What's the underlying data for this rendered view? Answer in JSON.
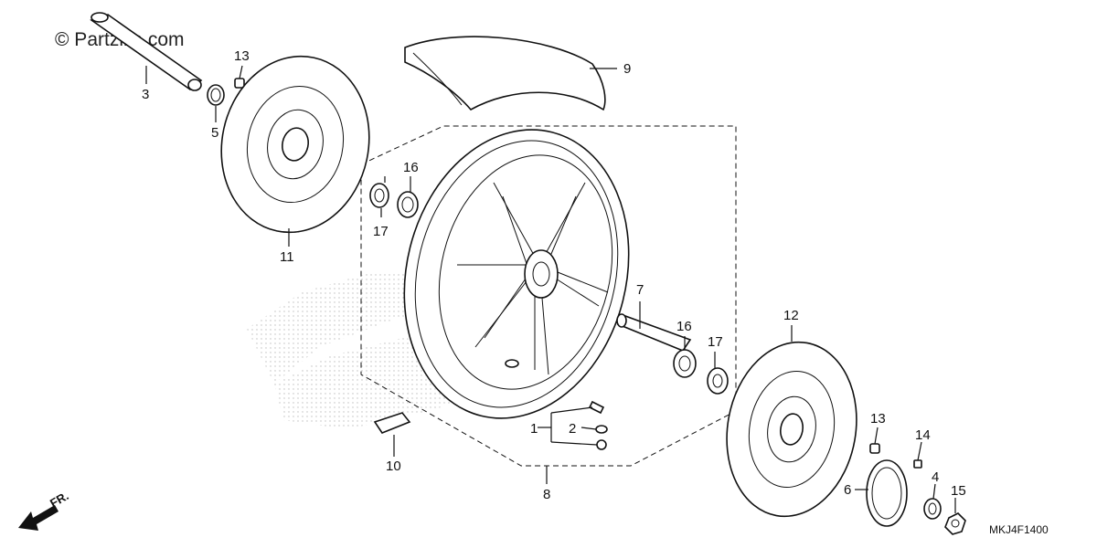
{
  "watermark": "© Partzilla.com",
  "diagram_code": "MKJ4F1400",
  "direction_label": "FR.",
  "callouts": [
    {
      "id": "c1",
      "label": "1"
    },
    {
      "id": "c2",
      "label": "2"
    },
    {
      "id": "c3",
      "label": "3"
    },
    {
      "id": "c4",
      "label": "4"
    },
    {
      "id": "c5",
      "label": "5"
    },
    {
      "id": "c6",
      "label": "6"
    },
    {
      "id": "c7",
      "label": "7"
    },
    {
      "id": "c8",
      "label": "8"
    },
    {
      "id": "c9",
      "label": "9"
    },
    {
      "id": "c10",
      "label": "10"
    },
    {
      "id": "c11",
      "label": "11"
    },
    {
      "id": "c12",
      "label": "12"
    },
    {
      "id": "c13a",
      "label": "13"
    },
    {
      "id": "c13b",
      "label": "13"
    },
    {
      "id": "c14",
      "label": "14"
    },
    {
      "id": "c15",
      "label": "15"
    },
    {
      "id": "c16a",
      "label": "16"
    },
    {
      "id": "c16b",
      "label": "16"
    },
    {
      "id": "c17a",
      "label": "17"
    },
    {
      "id": "c17b",
      "label": "17"
    }
  ]
}
